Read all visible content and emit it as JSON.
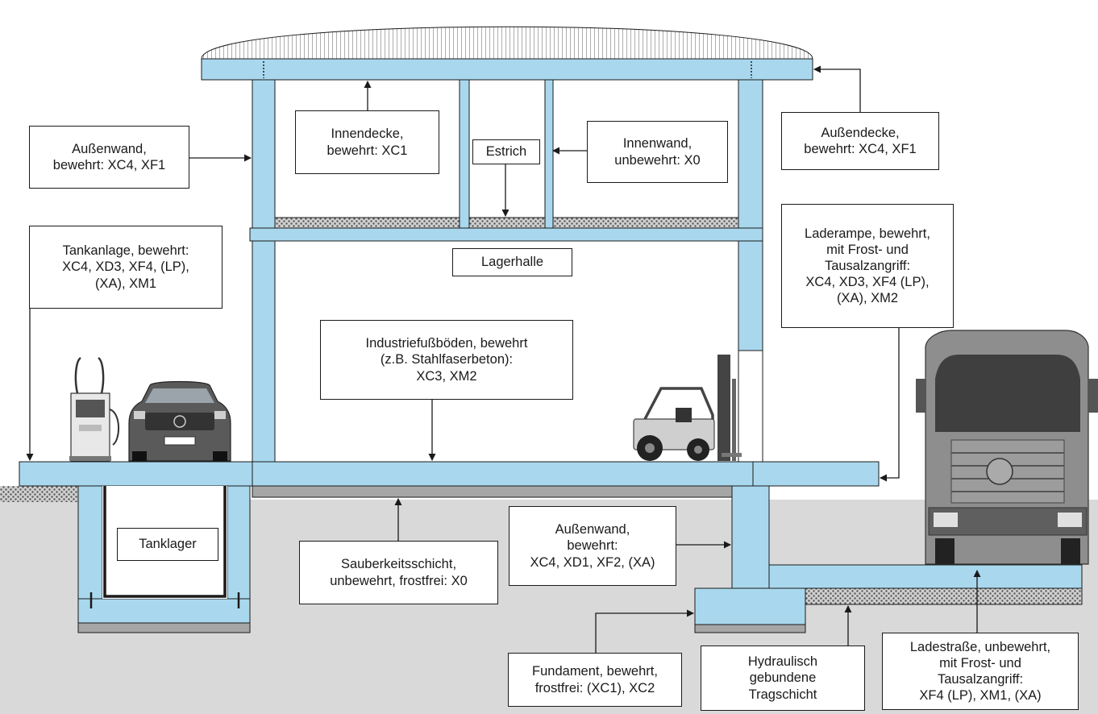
{
  "colors": {
    "concrete_blue": "#a9d8ee",
    "outline": "#1a1a1a",
    "ground": "#d9d9d9",
    "gravel": "#9a9a9a",
    "cleanlayer": "#a6a6a6"
  },
  "labels": {
    "aussenwand_oben": "Außenwand,\nbewehrt: XC4, XF1",
    "innendecke": "Innendecke,\nbewehrt: XC1",
    "estrich": "Estrich",
    "innenwand": "Innenwand,\nunbewehrt: X0",
    "aussendecke": "Außendecke,\nbewehrt: XC4, XF1",
    "tankanlage": "Tankanlage, bewehrt:\nXC4, XD3, XF4, (LP),\n(XA), XM1",
    "lagerhalle": "Lagerhalle",
    "laderampe": "Laderampe, bewehrt,\nmit Frost- und\nTausalzangriff:\nXC4, XD3, XF4 (LP),\n(XA), XM2",
    "industriefussboden": "Industriefußböden, bewehrt\n(z.B. Stahlfaserbeton):\nXC3, XM2",
    "tanklager": "Tanklager",
    "sauberkeitsschicht": "Sauberkeitsschicht,\nunbewehrt, frostfrei: X0",
    "aussenwand_unten": "Außenwand,\nbewehrt:\nXC4, XD1, XF2, (XA)",
    "fundament": "Fundament, bewehrt,\nfrostfrei: (XC1), XC2",
    "tragschicht": "Hydraulisch\ngebundene\nTragschicht",
    "ladestrasse": "Ladestraße, unbewehrt,\nmit Frost- und\nTausalzangriff:\nXF4 (LP), XM1, (XA)"
  },
  "icons": {
    "fuel_pump": "fuel-pump-icon",
    "car": "car-icon",
    "forklift": "forklift-icon",
    "truck": "truck-icon"
  }
}
